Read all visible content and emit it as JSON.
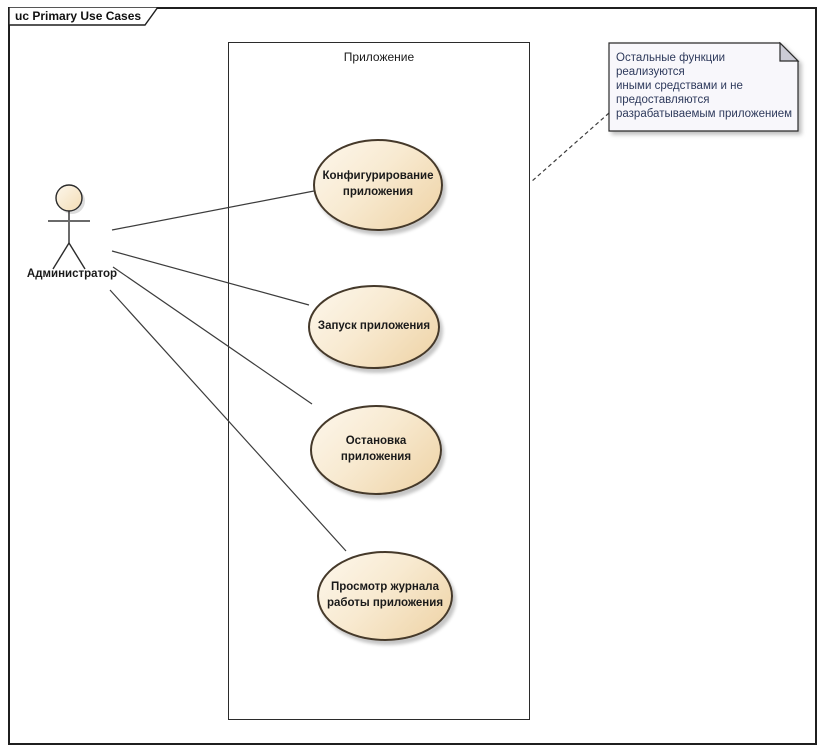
{
  "frame": {
    "label": "uc Primary Use Cases"
  },
  "boundary": {
    "label": "Приложение"
  },
  "actor": {
    "label": "Администратор"
  },
  "use_cases": [
    {
      "label": "Конфигурирование\nприложения"
    },
    {
      "label": "Запуск приложения"
    },
    {
      "label": "Остановка\nприложения"
    },
    {
      "label": "Просмотр журнала\nработы приложения"
    }
  ],
  "note": {
    "text": "Остальные функции реализуются\nиными средствами и не\nпредоставляются\nразрабатываемым приложением"
  },
  "colors": {
    "shape_fill_light": "#fdf7ec",
    "shape_fill_dark": "#eed2a4",
    "shape_border": "#45392a",
    "note_fill": "#f8f7fb",
    "note_fold": "#ccccd6",
    "note_text": "#2e3a5c",
    "connector": "#3c3c3c",
    "frame_border": "#1f1f1f"
  }
}
